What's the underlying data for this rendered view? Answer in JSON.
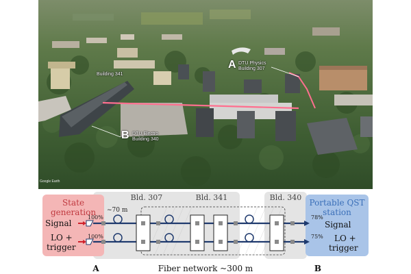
{
  "photo": {
    "label_a_letter": "A",
    "label_a_line1": "DTU Physics",
    "label_a_line2": "Building 307",
    "label_341": "Building 341",
    "label_b_letter": "B",
    "label_b_line1": "DTU Electro",
    "label_b_line2": "Building 340",
    "attribution": "Google Earth",
    "route_color": "#ff6f8f"
  },
  "diagram": {
    "state_generation": [
      "State",
      "generation"
    ],
    "state_color": "#f4b6b6",
    "state_text_color": "#c0393f",
    "station": [
      "Portable QST",
      "station"
    ],
    "station_color": "#a9c4e8",
    "station_text_color": "#3a6fb8",
    "bld_307": "Bld. 307",
    "bld_341": "Bld. 341",
    "bld_340": "Bld. 340",
    "distance": "~70 m",
    "signal_label": "Signal",
    "lo_label": [
      "LO +",
      "trigger"
    ],
    "signal_out": "Signal",
    "lo_out": [
      "LO +",
      "trigger"
    ],
    "pct_signal_in": "100%",
    "pct_lo_in": "100%",
    "pct_signal_out": "78%",
    "pct_lo_out": "75%",
    "network": "Fiber network ~300 m",
    "letter_a": "A",
    "letter_b": "B"
  }
}
